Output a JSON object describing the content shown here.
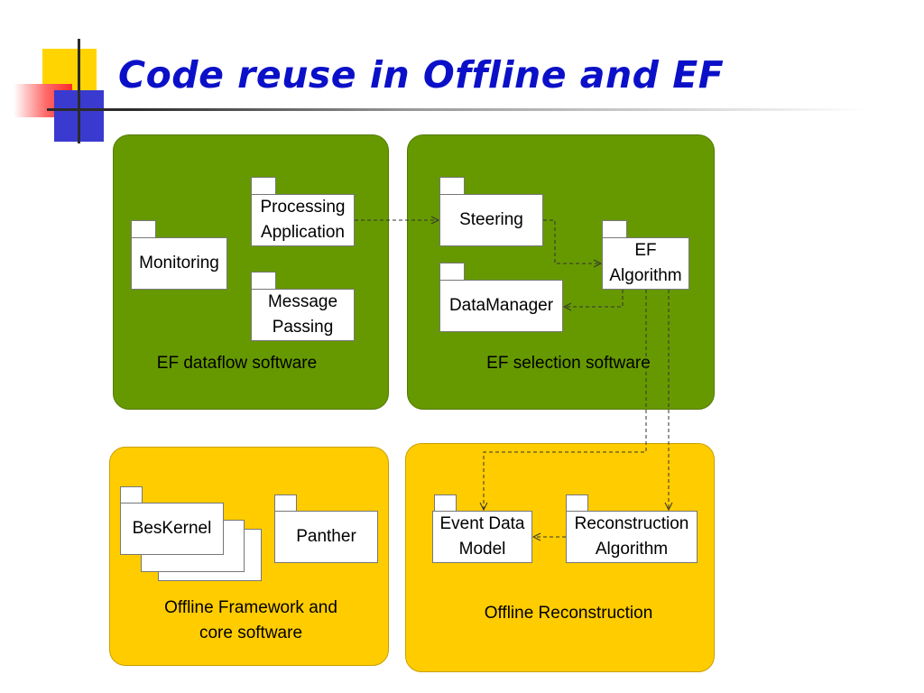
{
  "title": "Code reuse in Offline and EF",
  "colors": {
    "title": "#0b10c8",
    "green_panel": "#669900",
    "yellow_panel": "#ffcc00",
    "package_fill": "#ffffff",
    "arrow": "#333333"
  },
  "panels": {
    "ef_dataflow": {
      "caption": "EF dataflow software",
      "packages": {
        "monitoring": "Monitoring",
        "processing_application": "Processing\nApplication",
        "message_passing": "Message\nPassing"
      }
    },
    "ef_selection": {
      "caption": "EF selection software",
      "packages": {
        "steering": "Steering",
        "data_manager": "DataManager",
        "ef_algorithm": "EF\nAlgorithm"
      }
    },
    "offline_framework": {
      "caption": "Offline Framework and\ncore software",
      "packages": {
        "beskernel": "BesKernel",
        "panther": "Panther"
      }
    },
    "offline_reconstruction": {
      "caption": "Offline Reconstruction",
      "packages": {
        "event_data_model": "Event Data\nModel",
        "reconstruction_algorithm": "Reconstruction\nAlgorithm"
      }
    }
  },
  "connections": [
    {
      "from": "Processing Application",
      "to": "Steering",
      "style": "dashed"
    },
    {
      "from": "Steering",
      "to": "EF Algorithm",
      "style": "dashed"
    },
    {
      "from": "EF Algorithm",
      "to": "DataManager",
      "style": "dashed"
    },
    {
      "from": "EF Algorithm",
      "to": "Event Data Model",
      "style": "dashed"
    },
    {
      "from": "EF Algorithm",
      "to": "Reconstruction Algorithm",
      "style": "dashed"
    },
    {
      "from": "Reconstruction Algorithm",
      "to": "Event Data Model",
      "style": "dashed"
    }
  ]
}
